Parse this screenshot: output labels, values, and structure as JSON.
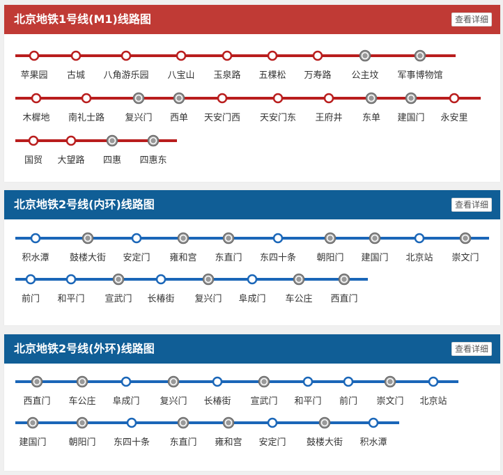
{
  "colors": {
    "line1": "#b91d1d",
    "line1_header": "#c03a35",
    "line2": "#1a66b8",
    "line2_header": "#105e96",
    "transfer_fill": "#999999",
    "transfer_ring": "#6a6a6a",
    "stop_fill": "#ffffff"
  },
  "detail_label": "查看详细",
  "lines": [
    {
      "id": "line1",
      "title": "北京地铁1号线(M1)线路图",
      "rows": [
        [
          {
            "name": "苹果园",
            "transfer": false
          },
          {
            "name": "古城",
            "transfer": false
          },
          {
            "name": "八角游乐园",
            "transfer": false
          },
          {
            "name": "八宝山",
            "transfer": false
          },
          {
            "name": "玉泉路",
            "transfer": false
          },
          {
            "name": "五棵松",
            "transfer": false
          },
          {
            "name": "万寿路",
            "transfer": false
          },
          {
            "name": "公主坟",
            "transfer": true
          },
          {
            "name": "军事博物馆",
            "transfer": true
          }
        ],
        [
          {
            "name": "木樨地",
            "transfer": false
          },
          {
            "name": "南礼士路",
            "transfer": false
          },
          {
            "name": "复兴门",
            "transfer": true
          },
          {
            "name": "西单",
            "transfer": true
          },
          {
            "name": "天安门西",
            "transfer": false
          },
          {
            "name": "天安门东",
            "transfer": false
          },
          {
            "name": "王府井",
            "transfer": false
          },
          {
            "name": "东单",
            "transfer": true
          },
          {
            "name": "建国门",
            "transfer": true
          },
          {
            "name": "永安里",
            "transfer": false
          }
        ],
        [
          {
            "name": "国贸",
            "transfer": false
          },
          {
            "name": "大望路",
            "transfer": false
          },
          {
            "name": "四惠",
            "transfer": true
          },
          {
            "name": "四惠东",
            "transfer": true
          }
        ]
      ]
    },
    {
      "id": "line2-inner",
      "title": "北京地铁2号线(内环)线路图",
      "rows": [
        [
          {
            "name": "积水潭",
            "transfer": false
          },
          {
            "name": "鼓楼大街",
            "transfer": true
          },
          {
            "name": "安定门",
            "transfer": false
          },
          {
            "name": "雍和宫",
            "transfer": true
          },
          {
            "name": "东直门",
            "transfer": true
          },
          {
            "name": "东四十条",
            "transfer": false
          },
          {
            "name": "朝阳门",
            "transfer": true
          },
          {
            "name": "建国门",
            "transfer": true
          },
          {
            "name": "北京站",
            "transfer": false
          },
          {
            "name": "崇文门",
            "transfer": true
          }
        ],
        [
          {
            "name": "前门",
            "transfer": false
          },
          {
            "name": "和平门",
            "transfer": false
          },
          {
            "name": "宣武门",
            "transfer": true
          },
          {
            "name": "长椿街",
            "transfer": false
          },
          {
            "name": "复兴门",
            "transfer": true
          },
          {
            "name": "阜成门",
            "transfer": false
          },
          {
            "name": "车公庄",
            "transfer": true
          },
          {
            "name": "西直门",
            "transfer": true
          }
        ]
      ]
    },
    {
      "id": "line2-outer",
      "title": "北京地铁2号线(外环)线路图",
      "rows": [
        [
          {
            "name": "西直门",
            "transfer": true
          },
          {
            "name": "车公庄",
            "transfer": true
          },
          {
            "name": "阜成门",
            "transfer": false
          },
          {
            "name": "复兴门",
            "transfer": true
          },
          {
            "name": "长椿街",
            "transfer": false
          },
          {
            "name": "宣武门",
            "transfer": true
          },
          {
            "name": "和平门",
            "transfer": false
          },
          {
            "name": "前门",
            "transfer": false
          },
          {
            "name": "崇文门",
            "transfer": true
          },
          {
            "name": "北京站",
            "transfer": false
          }
        ],
        [
          {
            "name": "建国门",
            "transfer": true
          },
          {
            "name": "朝阳门",
            "transfer": true
          },
          {
            "name": "东四十条",
            "transfer": false
          },
          {
            "name": "东直门",
            "transfer": true
          },
          {
            "name": "雍和宫",
            "transfer": true
          },
          {
            "name": "安定门",
            "transfer": false
          },
          {
            "name": "鼓楼大街",
            "transfer": true
          },
          {
            "name": "积水潭",
            "transfer": false
          }
        ]
      ]
    }
  ]
}
